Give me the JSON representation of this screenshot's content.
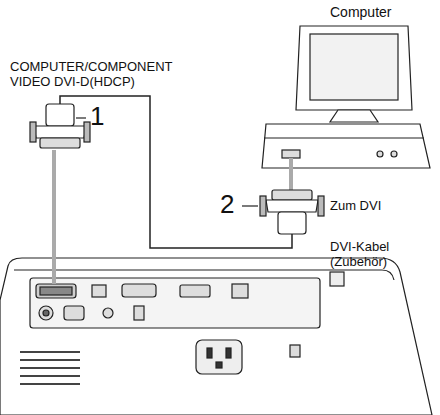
{
  "diagram": {
    "labels": [
      "Computer",
      "COMPUTER/COMPONENT VIDEO DVI-D(HDCP)",
      "1",
      "2",
      "Zum DVI",
      "DVI-Kabel (Zubehör)"
    ]
  }
}
